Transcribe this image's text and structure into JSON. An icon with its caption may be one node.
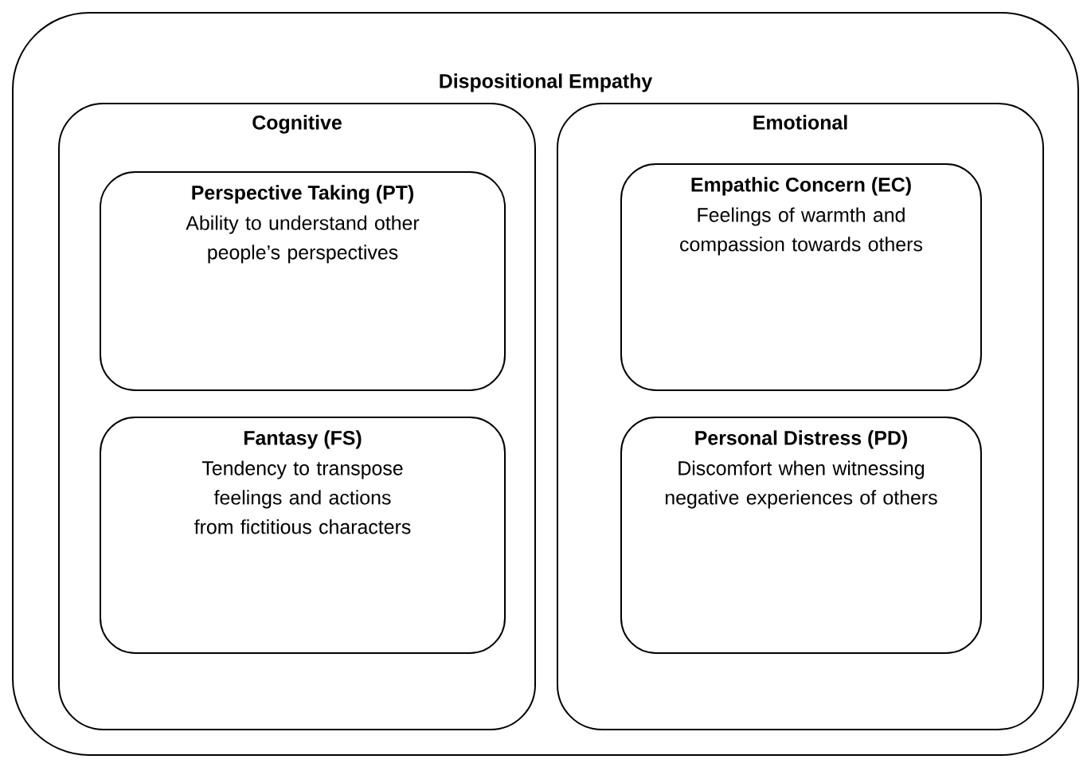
{
  "diagram": {
    "nodes": [
      {
        "text": [
          "Dispositional Empathy"
        ]
      },
      {
        "text": [
          "Cognitive"
        ],
        "in": 0
      },
      {
        "text": [
          "Perspective Taking (PT)",
          "Ability to understand other people’s perspectives"
        ],
        "in": 1
      },
      {
        "text": [
          "Fantasy (FS)",
          "Tendency to transpose feelings and actions from fictitious characters"
        ],
        "in": 1
      },
      {
        "text": [
          "Emotional"
        ],
        "in": 0
      },
      {
        "text": [
          "Empathic Concern (EC)",
          "Feelings of warmth and compassion towards others"
        ],
        "in": 4
      },
      {
        "text": [
          "Personal Distress (PD)",
          "Discomfort when witnessing negative experiences of others"
        ],
        "in": 4
      }
    ]
  }
}
